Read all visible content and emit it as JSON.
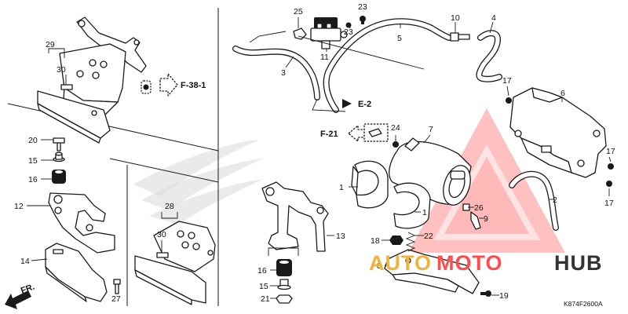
{
  "diagram": {
    "drawing_code": "K874F2600A",
    "watermark": {
      "part_a": "AUTO",
      "part_b": "MOTO",
      "part_c": "HUB",
      "color_a": "#f0b43c",
      "color_b": "#ff4d4d",
      "color_c": "#333333",
      "triangle_color": "#ff3b3b"
    },
    "references": {
      "f38_1": "F-38-1",
      "e2": "E-2",
      "f21": "F-21",
      "front": "FR."
    },
    "callouts": {
      "n1a": "1",
      "n1b": "1",
      "n2": "2",
      "n3": "3",
      "n4": "4",
      "n5": "5",
      "n6": "6",
      "n7": "7",
      "n8": "8",
      "n9": "9",
      "n10": "10",
      "n11": "11",
      "n12": "12",
      "n13": "13",
      "n14": "14",
      "n15a": "15",
      "n15b": "15",
      "n16a": "16",
      "n16b": "16",
      "n17a": "17",
      "n17b": "17",
      "n17c": "17",
      "n18": "18",
      "n19": "19",
      "n20": "20",
      "n21": "21",
      "n22": "22",
      "n23a": "23",
      "n23b": "23",
      "n24": "24",
      "n25": "25",
      "n26": "26",
      "n27": "27",
      "n28": "28",
      "n29": "29",
      "n30a": "30",
      "n30b": "30"
    }
  }
}
